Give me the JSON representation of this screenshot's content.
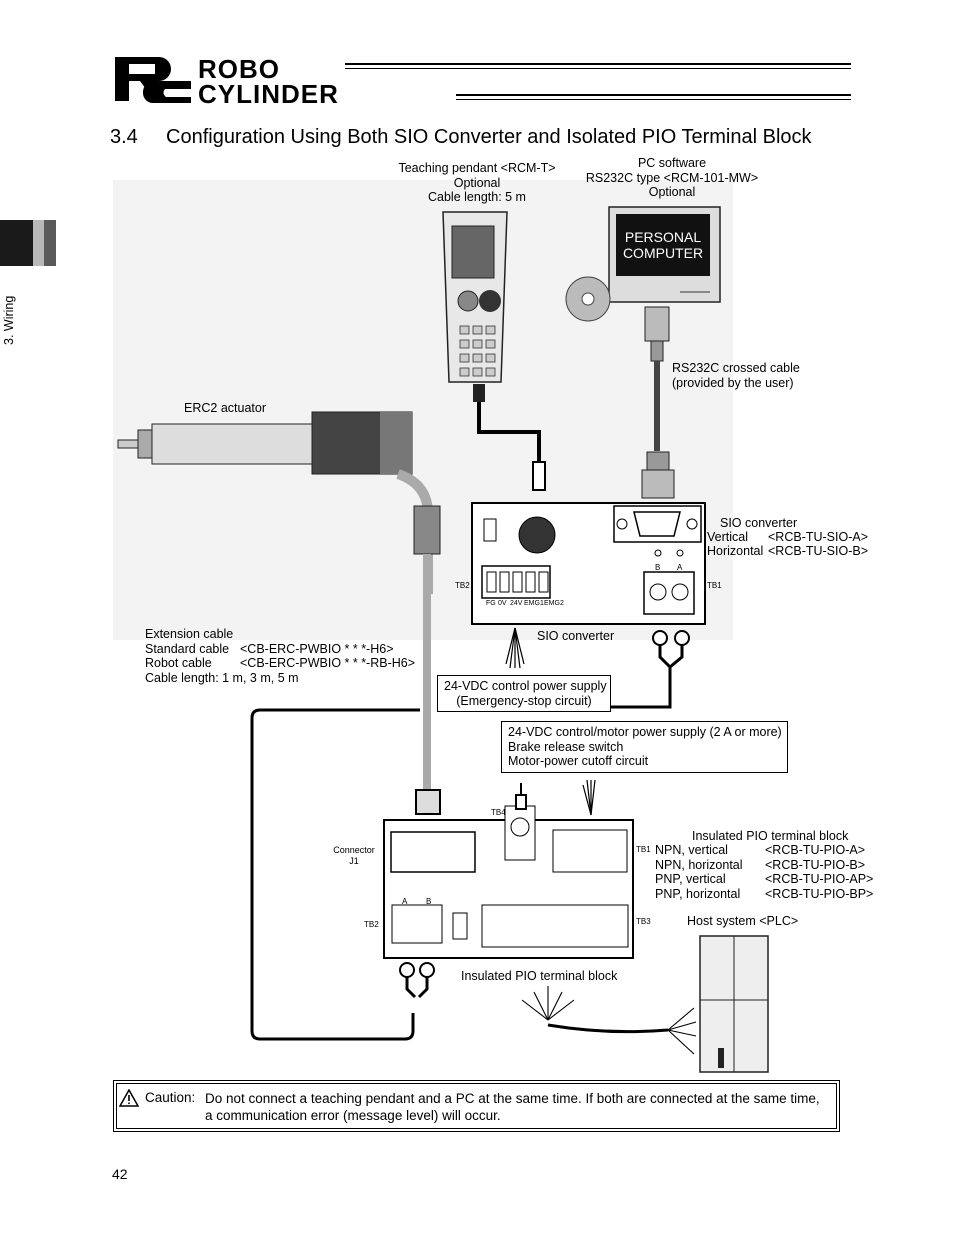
{
  "header": {
    "logo_word1": "ROBO",
    "logo_word2": "CYLINDER",
    "logo_mark": "RC"
  },
  "side_tab": {
    "label": "3. Wiring"
  },
  "section": {
    "number": "3.4",
    "title": "Configuration Using Both SIO Converter and Isolated PIO Terminal Block"
  },
  "labels": {
    "teaching_pendant": [
      "Teaching pendant <RCM-T>",
      "Optional",
      "Cable length: 5 m"
    ],
    "pc_software": [
      "PC software",
      "RS232C type <RCM-101-MW>",
      "Optional"
    ],
    "personal_computer": [
      "PERSONAL",
      "COMPUTER"
    ],
    "rs232c_cable": [
      "RS232C crossed cable",
      "(provided by the user)"
    ],
    "erc2_actuator": "ERC2 actuator",
    "sio_converter_right": [
      "SIO converter"
    ],
    "sio_vertical": [
      "Vertical",
      "<RCB-TU-SIO-A>"
    ],
    "sio_horizontal": [
      "Horizontal",
      "<RCB-TU-SIO-B>"
    ],
    "sio_converter_below": "SIO converter",
    "extension_cable": "Extension cable",
    "ext_standard": [
      "Standard cable",
      "<CB-ERC-PWBIO * * *-H6>"
    ],
    "ext_robot": [
      "Robot cable",
      "<CB-ERC-PWBIO * * *-RB-H6>"
    ],
    "ext_length": "Cable length: 1 m, 3 m, 5 m",
    "psu_estop": [
      "24-VDC control power supply",
      "(Emergency-stop circuit)"
    ],
    "psu_motor": [
      "24-VDC control/motor power supply (2 A or more)",
      "Brake release switch",
      "Motor-power cutoff circuit"
    ],
    "connector_j1": [
      "Connector",
      "J1"
    ],
    "insulated_pio_right": "Insulated PIO terminal block",
    "pio_models": [
      [
        "NPN, vertical",
        "<RCB-TU-PIO-A>"
      ],
      [
        "NPN, horizontal",
        "<RCB-TU-PIO-B>"
      ],
      [
        "PNP, vertical",
        "<RCB-TU-PIO-AP>"
      ],
      [
        "PNP, horizontal",
        "<RCB-TU-PIO-BP>"
      ]
    ],
    "host_system": "Host system <PLC>",
    "insulated_pio_below": "Insulated PIO terminal block",
    "tb_labels": [
      "TB2",
      "TB1",
      "TB4",
      "TB1",
      "TB2",
      "TB3"
    ],
    "sio_terminals": [
      "FG",
      "0V",
      "24V",
      "EMG1",
      "EMG2"
    ],
    "ab": [
      "B",
      "A"
    ],
    "ab2": [
      "A",
      "B"
    ]
  },
  "caution": {
    "prefix": "Caution:",
    "text": "Do not connect a teaching pendant and a PC at the same time. If both are connected at the same time, a communication error (message level) will occur."
  },
  "page_number": "42"
}
